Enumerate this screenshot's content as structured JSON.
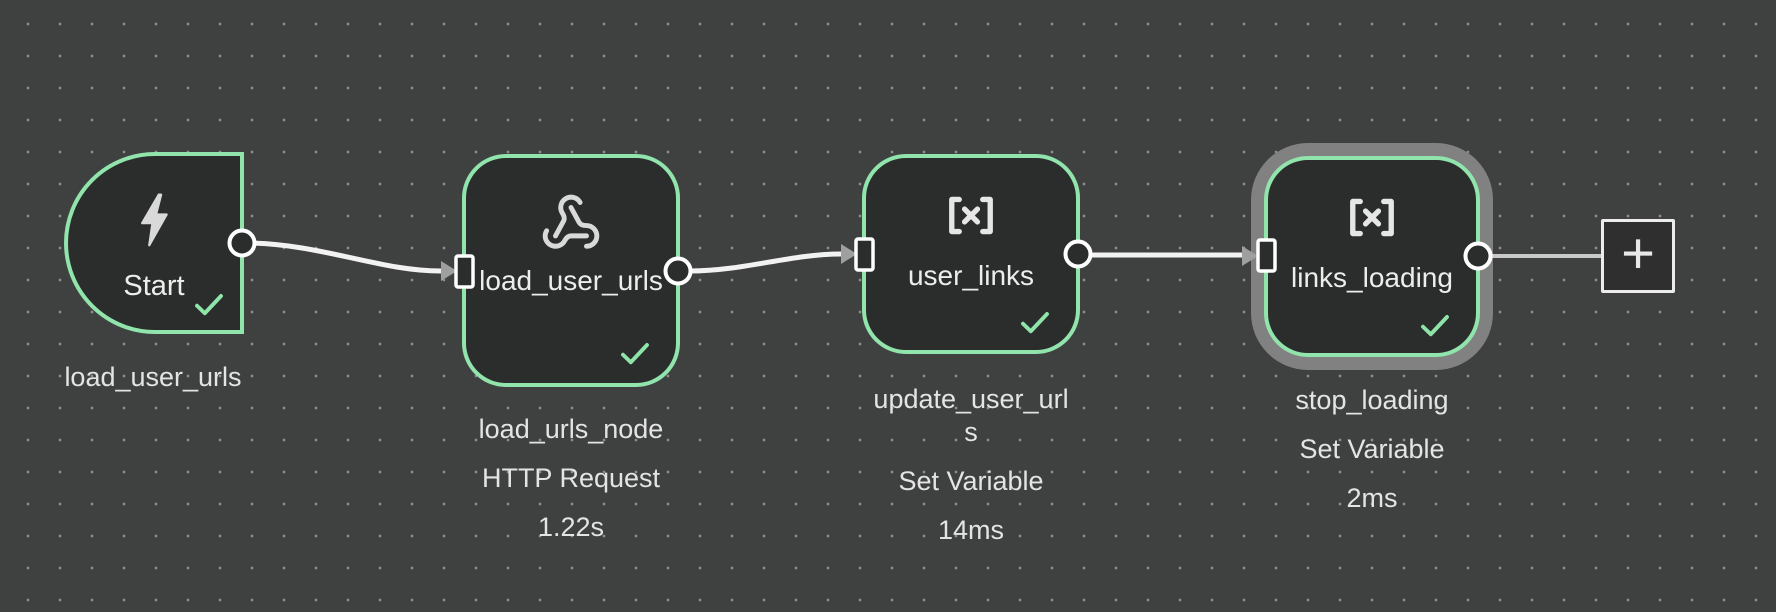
{
  "canvas": {
    "background_color": "#3f4140",
    "dot_color": "#8d8d8d",
    "accent_green": "#90e4ac",
    "node_fill": "#2b2d2c",
    "selection_halo_color": "#818181",
    "edge_color": "#f2f2f2",
    "arrow_color": "#9f9f9f"
  },
  "nodes": [
    {
      "type": "start",
      "title": "Start",
      "icon": "lightning-icon",
      "status": "success",
      "caption_name": "load_user_urls"
    },
    {
      "type": "http-request",
      "title": "load_user_urls",
      "icon": "webhook-icon",
      "status": "success",
      "caption_name": "load_urls_node",
      "caption_type": "HTTP Request",
      "caption_time": "1.22s"
    },
    {
      "type": "set-variable",
      "title": "user_links",
      "icon": "variable-icon",
      "status": "success",
      "caption_name": "update_user_urls",
      "caption_type": "Set Variable",
      "caption_time": "14ms"
    },
    {
      "type": "set-variable",
      "title": "links_loading",
      "icon": "variable-icon",
      "status": "success",
      "selected": true,
      "caption_name": "stop_loading",
      "caption_type": "Set Variable",
      "caption_time": "2ms"
    }
  ],
  "add_button": {
    "label": "+"
  }
}
